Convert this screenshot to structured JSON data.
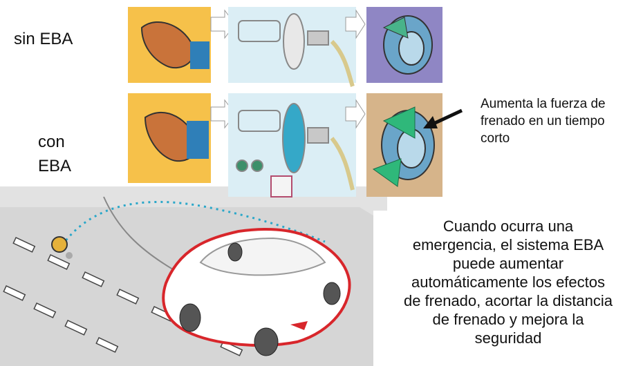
{
  "labels": {
    "without": "sin EBA",
    "with_line1": "con",
    "with_line2": "EBA"
  },
  "note": {
    "line1": "Aumenta la fuerza de",
    "line2": "frenado en un tiempo",
    "line3": "corto"
  },
  "description": {
    "line1": "Cuando ocurra una",
    "line2": "emergencia, el sistema EBA",
    "line3": "puede aumentar",
    "line4": "automáticamente los efectos",
    "line5": "de frenado, acortar la distancia",
    "line6": "de frenado y mejora la",
    "line7": "seguridad"
  },
  "colors": {
    "panel_yellow": "#f6c14a",
    "panel_lightblue": "#dbeef5",
    "panel_purple": "#8f86c4",
    "brake_teal": "#35a8c8",
    "arrow_green": "#2fb87a",
    "car_outline": "#d8262b",
    "road_gray": "#dcdcdc"
  },
  "icons": [
    "foot-pedal-icon",
    "brake-booster-icon",
    "brake-disc-icon",
    "car-icon",
    "arrow-icon"
  ]
}
